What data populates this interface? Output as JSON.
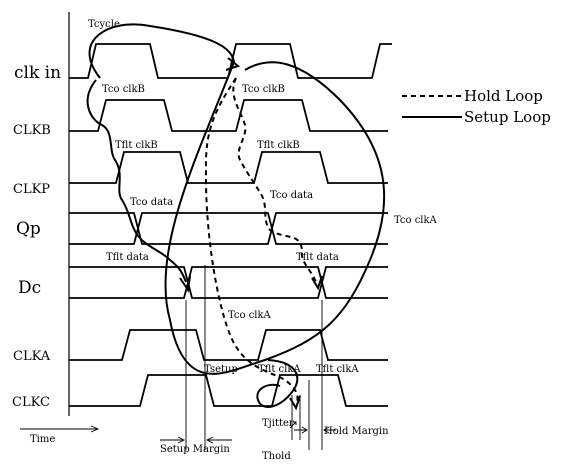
{
  "signals": {
    "clk_in": "clk in",
    "clkb": "CLKB",
    "clkp": "CLKP",
    "qp": "Qp",
    "dc": "Dc",
    "clka": "CLKA",
    "clkc": "CLKC"
  },
  "annotations": {
    "tcycle": "Tcycle",
    "tco_clkb_1": "Tco clkB",
    "tco_clkb_2": "Tco clkB",
    "tflt_clkb_1": "Tflt clkB",
    "tflt_clkb_2": "Tflt clkB",
    "tco_data_1": "Tco data",
    "tco_data_2": "Tco data",
    "tflt_data_1": "Tflt data",
    "tflt_data_2": "Tflt data",
    "tco_clka_1": "Tco clkA",
    "tco_clka_2": "Tco clkA",
    "tsetup": "Tsetup",
    "tflt_clka_1": "Tflt clkA",
    "tflt_clka_2": "Tflt clkA",
    "tjitter": "Tjitter",
    "thold": "Thold",
    "setup_margin": "Setup Margin",
    "hold_margin": "Hold Margin",
    "time": "Time"
  },
  "legend": {
    "hold_loop": "Hold Loop",
    "setup_loop": "Setup Loop"
  }
}
